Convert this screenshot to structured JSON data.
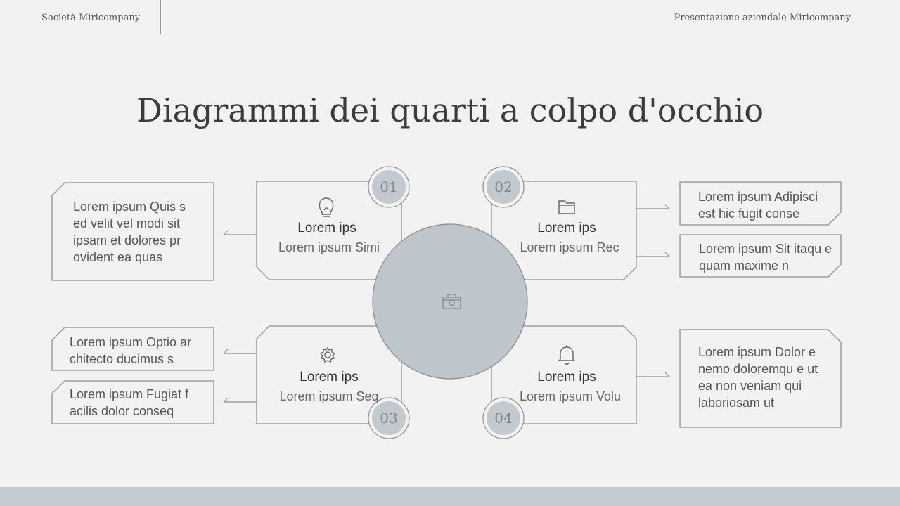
{
  "header": {
    "left": "Società Miricompany",
    "right": "Presentazione aziendale Miricompany"
  },
  "title": "Diagrammi dei quarti a colpo d'occhio",
  "center": {
    "icon": "camera-icon"
  },
  "cards": [
    {
      "num": "01",
      "icon": "lightbulb-icon",
      "title": "Lorem ips",
      "sub": "Lorem ipsum Simi"
    },
    {
      "num": "02",
      "icon": "folder-icon",
      "title": "Lorem ips",
      "sub": "Lorem ipsum Rec"
    },
    {
      "num": "03",
      "icon": "gear-icon",
      "title": "Lorem ips",
      "sub": "Lorem ipsum Seq"
    },
    {
      "num": "04",
      "icon": "bell-icon",
      "title": "Lorem ips",
      "sub": "Lorem ipsum Volu"
    }
  ],
  "notes": {
    "left_top": "Lorem ipsum Quis s ed velit vel modi sit ipsam et dolores pr ovident ea quas",
    "left_mid": "Lorem ipsum Optio ar chitecto ducimus s",
    "left_bot": "Lorem ipsum Fugiat f acilis dolor conseq",
    "right_top": "Lorem ipsum Adipisci est hic fugit conse",
    "right_mid": "Lorem ipsum Sit itaqu e quam maxime n",
    "right_bot": "Lorem ipsum Dolor e nemo doloremqu e ut ea non veniam qui laboriosam ut"
  },
  "colors": {
    "background": "#f2f2f2",
    "accent": "#bfc6cc",
    "stroke": "#8f8f8f",
    "footer": "#c3cbd1"
  }
}
